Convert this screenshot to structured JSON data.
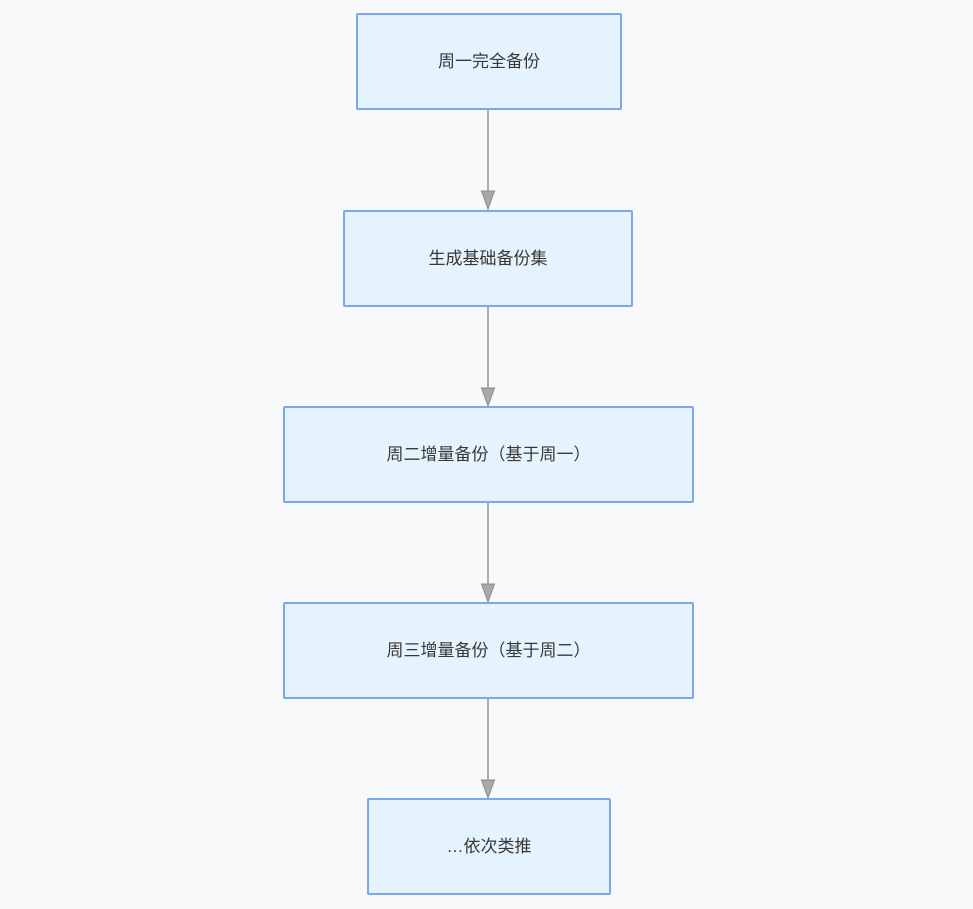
{
  "flowchart": {
    "title": "weekly-backup-flow",
    "nodes": [
      {
        "id": "monday-full-backup",
        "label": "周一完全备份"
      },
      {
        "id": "generate-base-backup-set",
        "label": "生成基础备份集"
      },
      {
        "id": "tuesday-incremental-backup",
        "label": "周二增量备份（基于周一）"
      },
      {
        "id": "wednesday-incremental-backup",
        "label": "周三增量备份（基于周二）"
      },
      {
        "id": "and-so-on",
        "label": "…依次类推"
      }
    ],
    "edges": [
      {
        "from": "monday-full-backup",
        "to": "generate-base-backup-set"
      },
      {
        "from": "generate-base-backup-set",
        "to": "tuesday-incremental-backup"
      },
      {
        "from": "tuesday-incremental-backup",
        "to": "wednesday-incremental-backup"
      },
      {
        "from": "wednesday-incremental-backup",
        "to": "and-so-on"
      }
    ],
    "colors": {
      "background": "#f8f9fb",
      "node_fill": "#e4f3fd",
      "node_border": "#7ca6ee",
      "arrow": "#a9a9a9",
      "text": "#383838"
    }
  }
}
